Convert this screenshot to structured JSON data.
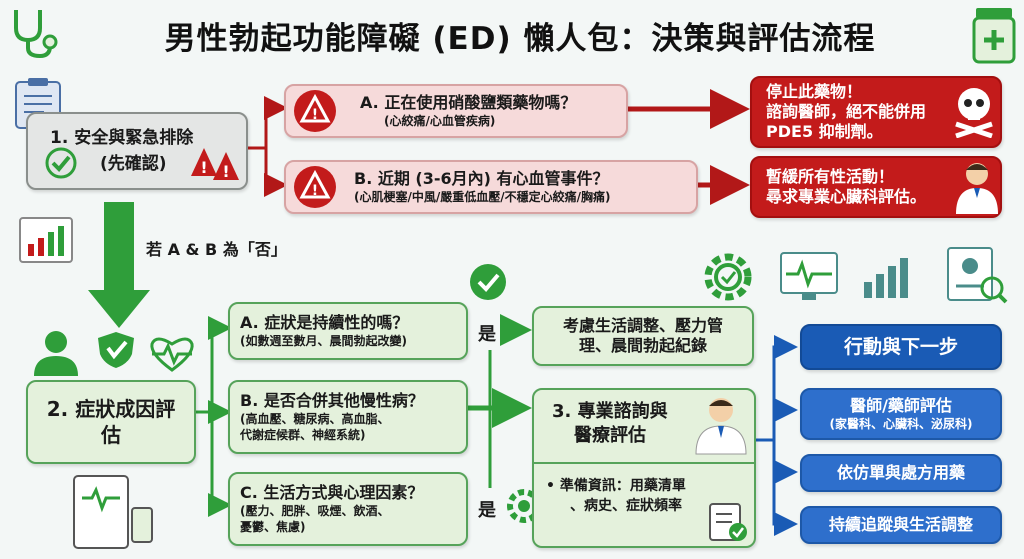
{
  "title": "男性勃起功能障礙 (ED) 懶人包：決策與評估流程",
  "colors": {
    "red": "#c31b1b",
    "green": "#2f9e3a",
    "blue": "#1a5bb5",
    "pink": "#f6dada"
  },
  "step1": {
    "label": "1. 安全與緊急排除",
    "sub": "(先確認)",
    "q_a": {
      "title": "A. 正在使用硝酸鹽類藥物嗎？",
      "sub": "(心絞痛/心血管疾病)"
    },
    "q_b": {
      "title": "B. 近期 (3-6月內) 有心血管事件？",
      "sub": "(心肌梗塞/中風/嚴重低血壓/不穩定心絞痛/胸痛)"
    },
    "alert_a": {
      "line1": "停止此藥物！",
      "line2": "諮詢醫師，絕不能併用",
      "line3": "PDE5 抑制劑。"
    },
    "alert_b": {
      "line1": "暫緩所有性活動！",
      "line2": "尋求專業心臟科評估。"
    },
    "if_no": "若 A & B 為「否」"
  },
  "step2": {
    "label_line1": "2. 症狀成因評",
    "label_line2": "估",
    "q_a": {
      "title": "A. 症狀是持續性的嗎？",
      "sub": "(如數週至數月、晨間勃起改變)"
    },
    "q_b": {
      "title": "B. 是否合併其他慢性病？",
      "sub_line1": "(高血壓、糖尿病、高血脂、",
      "sub_line2": "代謝症候群、神經系統)"
    },
    "q_c": {
      "title": "C. 生活方式與心理因素？",
      "sub_line1": "(壓力、肥胖、吸煙、飲酒、",
      "sub_line2": "憂鬱、焦慮)"
    },
    "yes_a": "是",
    "yes_c": "是",
    "lifestyle_line1": "考慮生活調整、壓力管",
    "lifestyle_line2": "理、晨間勃起紀錄"
  },
  "step3": {
    "label_line1": "3. 專業諮詢與",
    "label_line2": "醫療評估",
    "bullet_line1": "• 準備資訊：用藥清單",
    "bullet_line2": "、病史、症狀頻率"
  },
  "actions": {
    "header": "行動與下一步",
    "item1": {
      "title": "醫師/藥師評估",
      "sub": "(家醫科、心臟科、泌尿科)"
    },
    "item2": {
      "title": "依仿單與處方用藥"
    },
    "item3": {
      "title": "持續追蹤與生活調整"
    }
  }
}
